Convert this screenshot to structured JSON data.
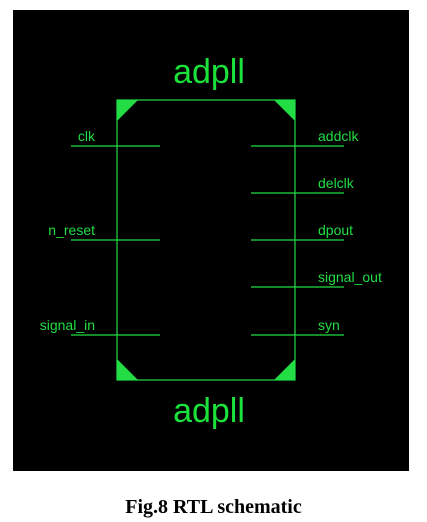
{
  "diagram": {
    "colors": {
      "background": "#000000",
      "wire": "#22dd44",
      "title": "#1be23a"
    },
    "module_name_top": "adpll",
    "module_name_bottom": "adpll",
    "inputs": [
      {
        "name": "clk"
      },
      {
        "name": "n_reset"
      },
      {
        "name": "signal_in"
      }
    ],
    "outputs": [
      {
        "name": "addclk"
      },
      {
        "name": "delclk"
      },
      {
        "name": "dpout"
      },
      {
        "name": "signal_out"
      },
      {
        "name": "syn"
      }
    ]
  },
  "caption": "Fig.8 RTL schematic"
}
